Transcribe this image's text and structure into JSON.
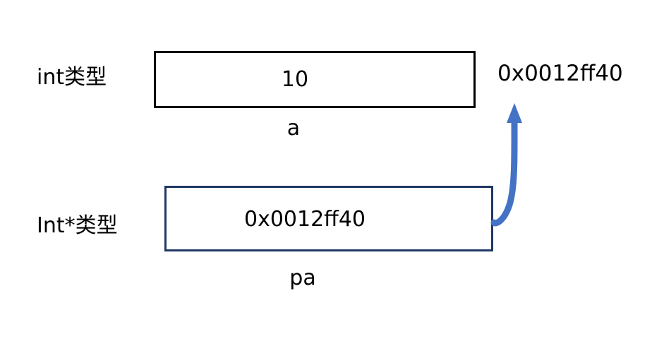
{
  "diagram": {
    "title": "pointer-memory-diagram",
    "colors": {
      "value_box_border": "#000000",
      "pointer_box_border": "#1F3864",
      "arrow": "#4472C4",
      "text": "#000000",
      "background": "#FFFFFF"
    },
    "rows": [
      {
        "type_label": "int类型",
        "box_value": "10",
        "var_name": "a"
      },
      {
        "type_label": "Int*类型",
        "box_value": "0x0012ff40",
        "var_name": "pa"
      }
    ],
    "annotation": {
      "address": "0x0012ff40"
    },
    "arrow": {
      "name": "pointer-arrow",
      "from": "pa-box-right-edge",
      "to": "address-annotation",
      "direction": "up"
    }
  }
}
